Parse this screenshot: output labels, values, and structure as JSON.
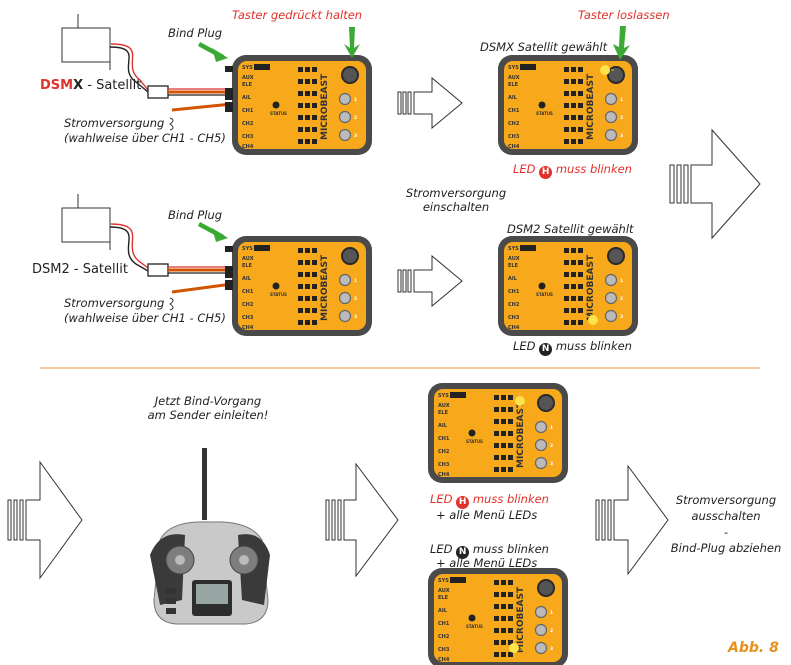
{
  "texts": {
    "taster_gedrueckt": "Taster gedrückt halten",
    "taster_loslassen": "Taster loslassen",
    "bind_plug_1": "Bind Plug",
    "bind_plug_2": "Bind Plug",
    "dsmx_part1": "DSM",
    "dsmx_part2": "X",
    "dsmx_part3": " - Satellit",
    "dsm2_satellit": "DSM2 - Satellit",
    "strom1_line1": "Stromversorgung",
    "strom1_line2": "(wahlweise über CH1 - CH5)",
    "strom2_line1": "Stromversorgung",
    "strom2_line2": "(wahlweise über CH1 - CH5)",
    "dsmx_gewaehlt": "DSMX Satellit gewählt",
    "dsm2_gewaehlt": "DSM2 Satellit gewählt",
    "led_h_1_pre": "LED ",
    "led_h_1_post": " muss blinken",
    "led_n_1_pre": "LED ",
    "led_n_1_post": " muss blinken",
    "strom_ein_line1": "Stromversorgung",
    "strom_ein_line2": "einschalten",
    "jetzt_line1": "Jetzt Bind-Vorgang",
    "jetzt_line2": "am Sender einleiten!",
    "led_h_2_pre": "LED ",
    "led_h_2_post": " muss blinken",
    "alle_menu_1": "+ alle Menü LEDs",
    "led_n_2_pre": "LED ",
    "led_n_2_post": " muss blinken",
    "alle_menu_2": "+ alle Menü LEDs",
    "strom_aus_line1": "Stromversorgung",
    "strom_aus_line2": "ausschalten",
    "strom_aus_line3": "-",
    "strom_aus_line4": "Bind-Plug abziehen",
    "abb": "Abb. 8",
    "led_h_letter": "H",
    "led_n_letter": "N"
  },
  "unit": {
    "brand": "MICROBEAST",
    "row_labels": [
      "SYS",
      "AUX",
      "ELE",
      "AIL",
      "CH1",
      "CH2",
      "CH3",
      "CH4"
    ],
    "status_label": "STATUS"
  },
  "colors": {
    "accent_red": "#e0312b",
    "arrow_green": "#3aaa35",
    "unit_orange": "#f7a81b",
    "unit_body": "#4a4a4a",
    "divider": "#f0b060",
    "abb_label": "#e8901c"
  }
}
